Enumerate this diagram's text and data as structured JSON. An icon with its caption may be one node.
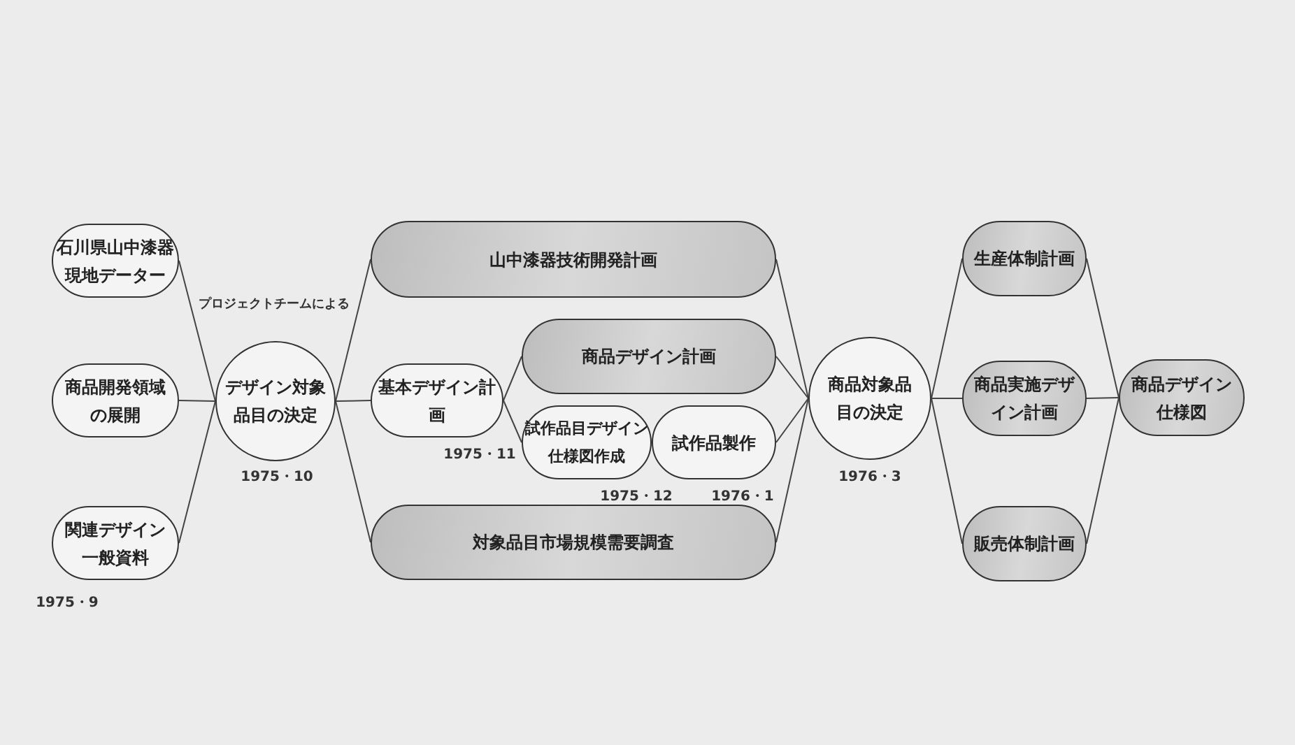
{
  "diagram": {
    "nodes": [
      {
        "text": [
          "石川県山中漆器現地データー"
        ]
      },
      {
        "text": [
          "商品開発領域の展開"
        ]
      },
      {
        "text": [
          "関連デザイン一般資料"
        ],
        "beside": [
          "1975・9"
        ]
      },
      {
        "text": [
          "デザイン対象品目の決定"
        ],
        "beside": [
          "プロジェクトチームによる",
          "1975・10"
        ]
      },
      {
        "text": [
          "山中漆器技術開発計画"
        ]
      },
      {
        "text": [
          "基本デザイン計画"
        ],
        "beside": [
          "1975・11"
        ]
      },
      {
        "text": [
          "商品デザイン計画"
        ]
      },
      {
        "text": [
          "試作品目デザイン仕様図作成"
        ],
        "beside": [
          "1975・12"
        ]
      },
      {
        "text": [
          "試作品製作"
        ],
        "beside": [
          "1976・1"
        ]
      },
      {
        "text": [
          "対象品目市場規模需要調査"
        ]
      },
      {
        "text": [
          "商品対象品目の決定"
        ],
        "beside": [
          "1976・3"
        ]
      },
      {
        "text": [
          "生産体制計画"
        ]
      },
      {
        "text": [
          "商品実施デザイン計画"
        ]
      },
      {
        "text": [
          "販売体制計画"
        ]
      },
      {
        "text": [
          "商品デザイン仕様図"
        ]
      }
    ],
    "edges": [
      {
        "from": 0,
        "to": 3,
        "arrow": "none"
      },
      {
        "from": 1,
        "to": 3,
        "arrow": "none"
      },
      {
        "from": 2,
        "to": 3,
        "arrow": "none"
      },
      {
        "from": 3,
        "to": 4,
        "arrow": "none"
      },
      {
        "from": 3,
        "to": 5,
        "arrow": "none"
      },
      {
        "from": 3,
        "to": 9,
        "arrow": "none"
      },
      {
        "from": 5,
        "to": 6,
        "arrow": "none"
      },
      {
        "from": 5,
        "to": 7,
        "arrow": "none"
      },
      {
        "from": 4,
        "to": 10,
        "arrow": "none"
      },
      {
        "from": 6,
        "to": 10,
        "arrow": "none"
      },
      {
        "from": 8,
        "to": 10,
        "arrow": "none"
      },
      {
        "from": 9,
        "to": 10,
        "arrow": "none"
      },
      {
        "from": 10,
        "to": 11,
        "arrow": "none"
      },
      {
        "from": 10,
        "to": 12,
        "arrow": "none"
      },
      {
        "from": 10,
        "to": 13,
        "arrow": "none"
      },
      {
        "from": 11,
        "to": 14,
        "arrow": "none"
      },
      {
        "from": 12,
        "to": 14,
        "arrow": "none"
      },
      {
        "from": 13,
        "to": 14,
        "arrow": "none"
      }
    ]
  }
}
